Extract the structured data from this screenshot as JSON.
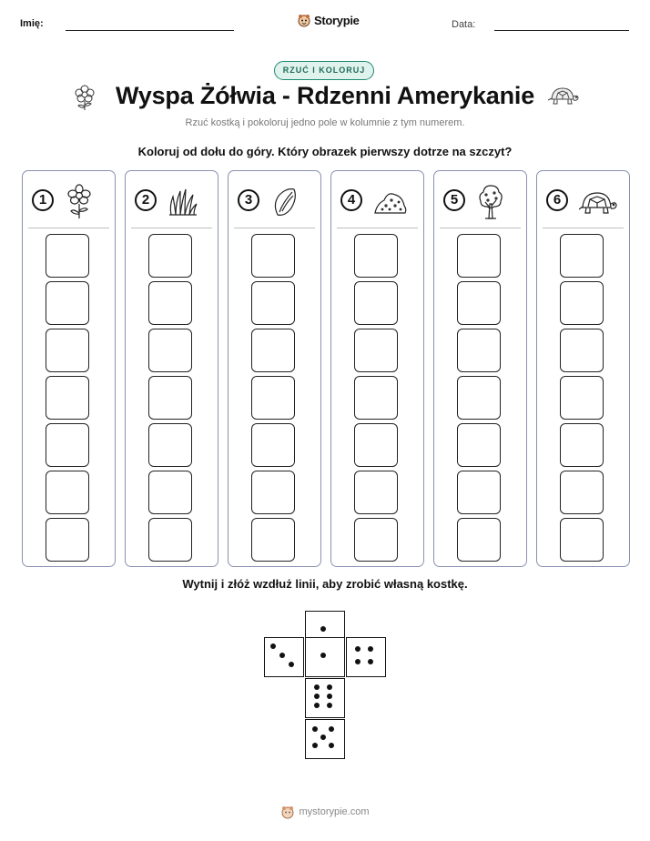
{
  "header": {
    "name_label": "Imię:",
    "brand": "Storypie",
    "date_label": "Data:"
  },
  "badge": "RZUĆ I KOLORUJ",
  "title": "Wyspa Żółwia - Rdzenni Amerykanie",
  "subtitle": "Rzuć kostką i pokoloruj jedno pole w kolumnie z tym numerem.",
  "instruction": "Koloruj od dołu do góry. Który obrazek pierwszy dotrze na szczyt?",
  "columns": [
    {
      "number": "1",
      "icon": "flower-icon"
    },
    {
      "number": "2",
      "icon": "grass-icon"
    },
    {
      "number": "3",
      "icon": "seed-icon"
    },
    {
      "number": "4",
      "icon": "rock-pile-icon"
    },
    {
      "number": "5",
      "icon": "tree-icon"
    },
    {
      "number": "6",
      "icon": "turtle-icon"
    }
  ],
  "boxes_per_column": 7,
  "cut_instruction": "Wytnij i złóż wzdłuż linii, aby zrobić własną kostkę.",
  "die_faces": [
    {
      "name": "die-face-top",
      "pips": 1
    },
    {
      "name": "die-face-left",
      "pips": 3
    },
    {
      "name": "die-face-center",
      "pips": 1
    },
    {
      "name": "die-face-right",
      "pips": 4
    },
    {
      "name": "die-face-lower",
      "pips": 6
    },
    {
      "name": "die-face-bottom",
      "pips": 5
    }
  ],
  "footer": "mystorypie.com"
}
